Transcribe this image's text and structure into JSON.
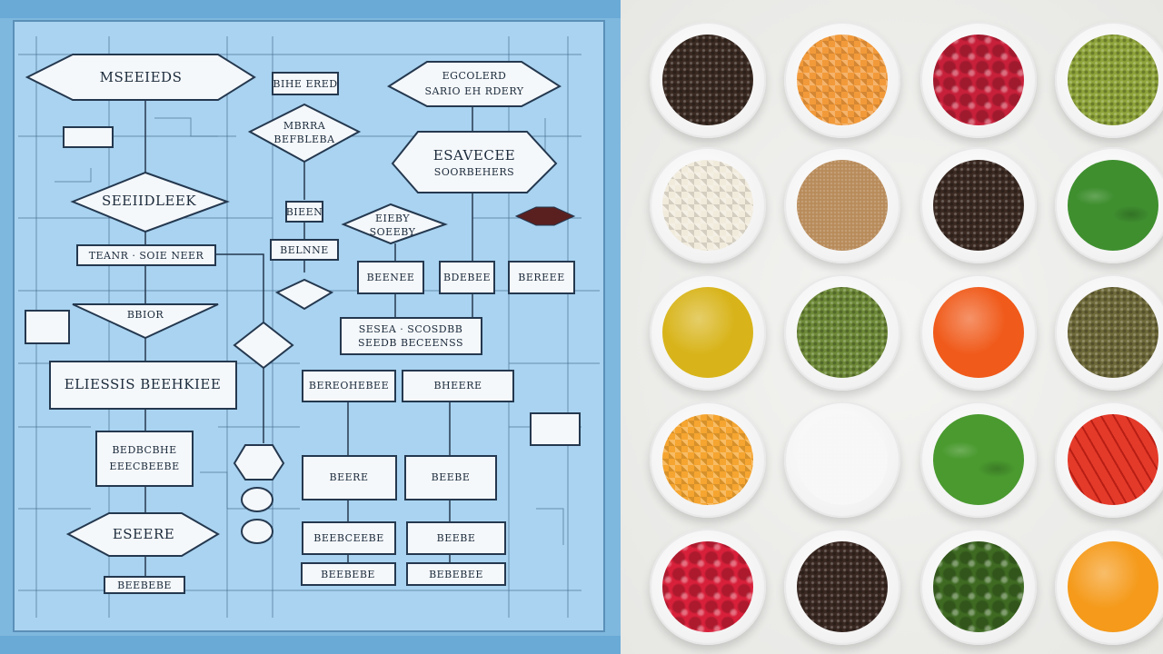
{
  "poster": {
    "label": "flowchart poster",
    "colors": {
      "sheet": "#a9d3f0",
      "ink": "#24384f",
      "box": "#f5f8fb"
    },
    "blocks": [
      {
        "id": "top-left-title",
        "text": "MSEEIEDS"
      },
      {
        "id": "small-box-1",
        "text": "BIHE ERED"
      },
      {
        "id": "top-right-title-line1",
        "text": "EGCOLERD"
      },
      {
        "id": "top-right-title-line2",
        "text": "SARIO EH RDERY"
      },
      {
        "id": "diamond-a-line1",
        "text": "MBRRA"
      },
      {
        "id": "diamond-a-line2",
        "text": "BEFBLEBA"
      },
      {
        "id": "big-diamond-line1",
        "text": "ESAVECEE"
      },
      {
        "id": "big-diamond-line2",
        "text": "SOORBEHERS"
      },
      {
        "id": "left-diamond",
        "text": "SEEIIDLEEK"
      },
      {
        "id": "left-bar",
        "text": "TEANR · SOIE NEER"
      },
      {
        "id": "mid-small-1",
        "text": "BIEEN"
      },
      {
        "id": "mid-small-2",
        "text": "BELNNE"
      },
      {
        "id": "mid-diamond-line1",
        "text": "EIEBY"
      },
      {
        "id": "mid-diamond-line2",
        "text": "SOEEBY"
      },
      {
        "id": "row3-box-1",
        "text": "BEENEE"
      },
      {
        "id": "row3-box-2",
        "text": "BDEBEE"
      },
      {
        "id": "row3-box-3",
        "text": "BEREEE"
      },
      {
        "id": "left-funnel",
        "text": "BBIOR"
      },
      {
        "id": "wide-box-line1",
        "text": "SESEA · SCOSDBB"
      },
      {
        "id": "wide-box-line2",
        "text": "SEEDB BECEENSS"
      },
      {
        "id": "big-left-box",
        "text": "ELIESSIS BEEHKIEE"
      },
      {
        "id": "pair-box-1",
        "text": "BEREOHEBEE"
      },
      {
        "id": "pair-box-2",
        "text": "BHEERE"
      },
      {
        "id": "left-stack-line1",
        "text": "BEDBCBHE"
      },
      {
        "id": "left-stack-line2",
        "text": "EEECBEEBE"
      },
      {
        "id": "grid-box-1",
        "text": "BEERE"
      },
      {
        "id": "grid-box-2",
        "text": "BEEBE"
      },
      {
        "id": "bottom-diamond",
        "text": "ESEERE"
      },
      {
        "id": "grid-box-3",
        "text": "BEEBCEEBE"
      },
      {
        "id": "grid-box-4",
        "text": "BEEBE"
      },
      {
        "id": "bottom-box-1",
        "text": "BEEBEBE"
      },
      {
        "id": "bottom-box-2",
        "text": "BEEBEBE"
      },
      {
        "id": "bottom-box-3",
        "text": "BEBEBEE"
      }
    ]
  },
  "bowls": {
    "label": "ingredient bowls",
    "items": [
      {
        "name": "black-peppercorns-bowl",
        "color": "#3a2a22",
        "pattern": "grain"
      },
      {
        "name": "diced-carrot-bowl",
        "color": "#f29a3a",
        "pattern": "dice"
      },
      {
        "name": "raspberries-bowl",
        "color": "#c8203a",
        "pattern": "berry"
      },
      {
        "name": "green-lentils-bowl",
        "color": "#8ea43a",
        "pattern": "grain"
      },
      {
        "name": "garlic-cloves-bowl",
        "color": "#f1ebdc",
        "pattern": "dice"
      },
      {
        "name": "ground-cumin-bowl",
        "color": "#b88b5a",
        "pattern": "powder"
      },
      {
        "name": "mustard-seeds-bowl",
        "color": "#3b2a22",
        "pattern": "grain"
      },
      {
        "name": "basil-leaves-bowl",
        "color": "#3f8f2f",
        "pattern": "leaf"
      },
      {
        "name": "olive-oil-bowl",
        "color": "#d8b41a",
        "pattern": "liquid"
      },
      {
        "name": "green-peas-bowl",
        "color": "#6e8a38",
        "pattern": "grain"
      },
      {
        "name": "paprika-sauce-bowl",
        "color": "#f05a1a",
        "pattern": "liquid"
      },
      {
        "name": "brown-lentils-bowl",
        "color": "#6f6a3a",
        "pattern": "grain"
      },
      {
        "name": "diced-squash-bowl",
        "color": "#f5a530",
        "pattern": "dice"
      },
      {
        "name": "salt-bowl",
        "color": "#f7f7f7",
        "pattern": "powder"
      },
      {
        "name": "fresh-basil-bowl",
        "color": "#4a9a2f",
        "pattern": "leaf"
      },
      {
        "name": "red-pepper-strips-bowl",
        "color": "#e43a2a",
        "pattern": "strips"
      },
      {
        "name": "strawberries-bowl",
        "color": "#d8203a",
        "pattern": "berry"
      },
      {
        "name": "cloves-bowl",
        "color": "#3a2822",
        "pattern": "grain"
      },
      {
        "name": "capers-bowl",
        "color": "#3e6a22",
        "pattern": "berry"
      },
      {
        "name": "turmeric-sauce-bowl",
        "color": "#f59a1a",
        "pattern": "liquid"
      }
    ]
  }
}
